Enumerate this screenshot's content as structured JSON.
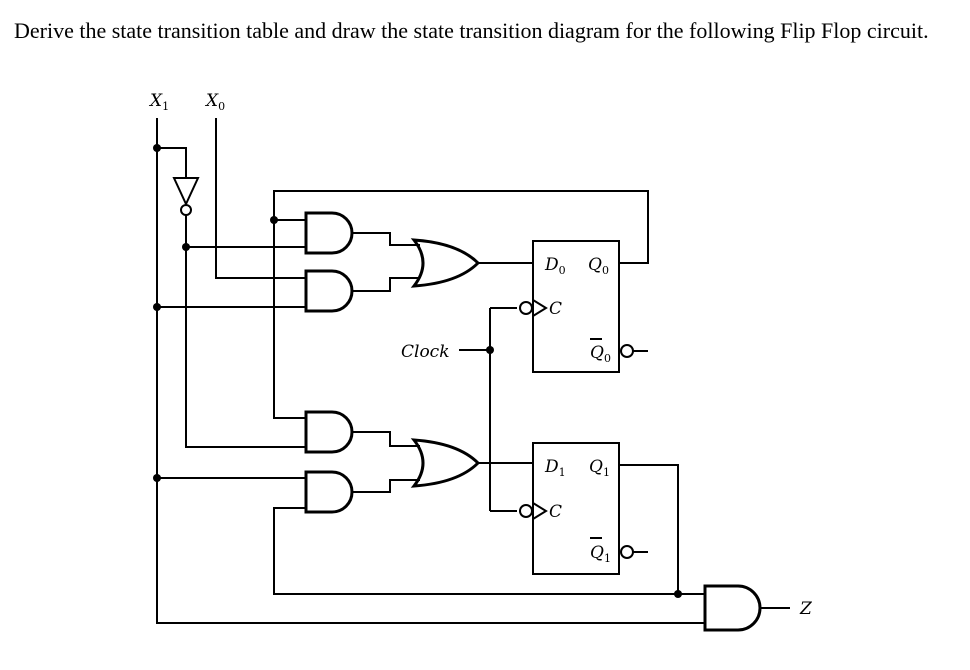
{
  "question": "Derive the state transition table and draw the state transition diagram for the following Flip Flop circuit.",
  "labels": {
    "x1": "X",
    "x1_sub": "1",
    "x0": "X",
    "x0_sub": "0",
    "clock": "Clock",
    "d0": "D",
    "d0_sub": "0",
    "q0": "Q",
    "q0_sub": "0",
    "q0bar": "Q",
    "q0bar_sub": "0",
    "c0": "C",
    "d1": "D",
    "d1_sub": "1",
    "q1": "Q",
    "q1_sub": "1",
    "q1bar": "Q",
    "q1bar_sub": "1",
    "c1": "C",
    "z": "Z"
  }
}
